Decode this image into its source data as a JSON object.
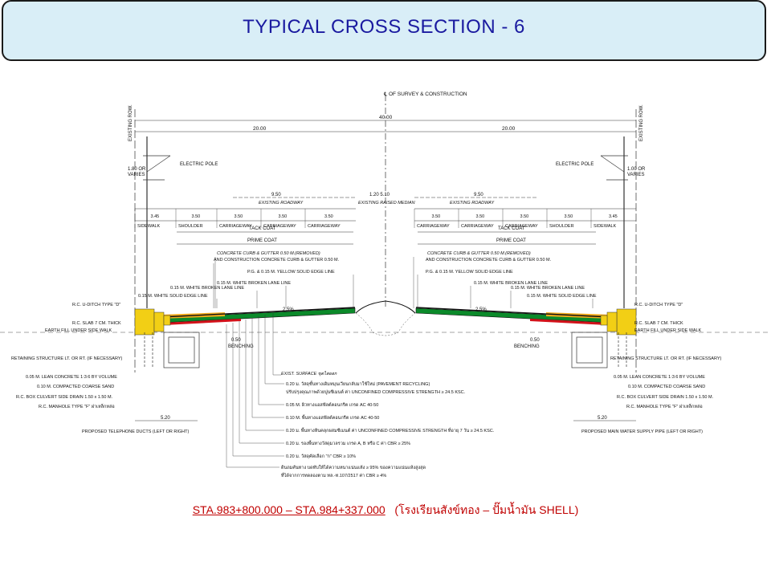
{
  "header": {
    "title": "TYPICAL CROSS SECTION - 6"
  },
  "caption": {
    "station": "STA.983+800.000 – STA.984+337.000",
    "location": "(โรงเรียนสังข์ทอง – ปั๊มน้ำมัน SHELL)"
  },
  "drawing": {
    "centerline": "℄ OF SURVEY & CONSTRUCTION",
    "total_width": "40.00",
    "half_left": "20.00",
    "half_right": "20.00",
    "row_left": "EXISTING ROW.",
    "row_right": "EXISTING ROW.",
    "electric_pole_left": "ELECTRIC POLE",
    "electric_pole_right": "ELECTRIC POLE",
    "varies_left": [
      "1.80 OR",
      "VARIES"
    ],
    "varies_right": [
      "1.00 OR",
      "VARIES"
    ],
    "existing_roadway_left": "9.50",
    "existing_roadway_right": "9.50",
    "existing_roadway_label": "EXISTING ROADWAY",
    "median_dims": "1.20 5.10",
    "median_label": "EXISTING RAISED MEDIAN",
    "lanes_left": [
      {
        "dim": "3.45",
        "name": "SIDEWALK"
      },
      {
        "dim": "3.50",
        "name": "SHOULDER"
      },
      {
        "dim": "3.50",
        "name": "CARRIAGEWAY"
      },
      {
        "dim": "3.50",
        "name": "CARRIAGEWAY"
      },
      {
        "dim": "3.50",
        "name": "CARRIAGEWAY"
      }
    ],
    "lanes_right": [
      {
        "dim": "3.50",
        "name": "CARRIAGEWAY"
      },
      {
        "dim": "3.50",
        "name": "CARRIAGEWAY"
      },
      {
        "dim": "3.50",
        "name": "CARRIAGEWAY"
      },
      {
        "dim": "3.50",
        "name": "SHOULDER"
      },
      {
        "dim": "3.45",
        "name": "SIDEWALK"
      }
    ],
    "tack_coat": "TACK COAT",
    "prime_coat": "PRIME COAT",
    "curb_removed": "CONCRETE CURB & GUTTER 0.50 M.(REMOVED)",
    "curb_construct": "AND CONSTRUCTION CONCRETE CURB & GUTTER 0.50 M.",
    "yellow_line": "P.G. & 0.15 M. YELLOW SOLID EDGE LINE",
    "white_broken": "0.15 M. WHITE BROKEN LANE LINE",
    "white_solid": "0.15 M. WHITE SOLID EDGE LINE",
    "slope": "2.5%",
    "benching_dim": "0.50",
    "benching": "BENCHING",
    "left_side_labels": [
      "R.C. U-DITCH TYPE \"D\"",
      "R.C. SLAB 7 CM. THICK",
      "EARTH FILL UNDER SIDE WALK",
      "RETAINING STRUCTURE LT. OR RT. (IF NECESSARY)",
      "0.05 M. LEAN CONCRETE 1:3:6 BY VOLUME",
      "0.10 M. COMPACTED COARSE SAND",
      "R.C. BOX CULVERT SIDE DRAIN 1.50 x 1.50 M.",
      "R.C. MANHOLE TYPE \"F\" ฝาเหล็กหล่อ"
    ],
    "right_side_labels": [
      "R.C. U-DITCH TYPE \"D\"",
      "R.C. SLAB 7 CM. THICK",
      "EARTH FILL UNDER SIDE WALK",
      "RETAINING STRUCTURE LT. OR RT. (IF NECESSARY)",
      "0.05 M. LEAN CONCRETE 1:3:6 BY VOLUME",
      "0.10 M. COMPACTED COARSE SAND",
      "R.C. BOX CULVERT SIDE DRAIN 1.50 x 1.50 M.",
      "R.C. MANHOLE TYPE \"F\" ฝาเหล็กหล่อ"
    ],
    "dim_520_left": "5.20",
    "dim_520_right": "5.20",
    "telephone": "PROPOSED TELEPHONE DUCTS (LEFT OR RIGHT)",
    "water": "PROPOSED MAIN WATER SUPPLY PIPE (LEFT OR RIGHT)",
    "exist_surface": "EXIST. SURFACE ขุดไสออก",
    "layers": [
      "0.20 ม. วัสดุชั้นทางเดิมหมุนเวียนกลับมาใช้ใหม่ (PAVEMENT RECYCLING)",
      "ปรับปรุงคุณภาพด้วยปูนซีเมนต์ ค่า UNCONFINED COMPRESSIVE STRENGTH ≥ 24.5 KSC.",
      "0.05 M. ผิวทางแอสฟัลต์คอนกรีต เกรด AC 40-50",
      "0.10 M. พื้นทางแอสฟัลต์คอนกรีต เกรด AC 40-50",
      "0.20 ม. พื้นทางหินคลุกผสมซีเมนต์ ค่า UNCONFINED COMPRESSIVE STRENGTH ที่อายุ 7 วัน ≥ 24.5 KSC.",
      "0.20 ม. รองพื้นทางวัสดุมวลรวม เกรด A, B หรือ C ค่า CBR ≥ 25%",
      "0.20 ม. วัสดุคัดเลือก \"ก\" CBR ≥ 10%",
      "ดินถมคันทาง บดทับให้ได้ความหนาแน่นแห้ง ≥ 95% ของความแน่นแห้งสูงสุด",
      "ที่ได้จากการทดลองตาม ทล.-ท.107/2517 ค่า CBR ≥ 4%"
    ]
  }
}
